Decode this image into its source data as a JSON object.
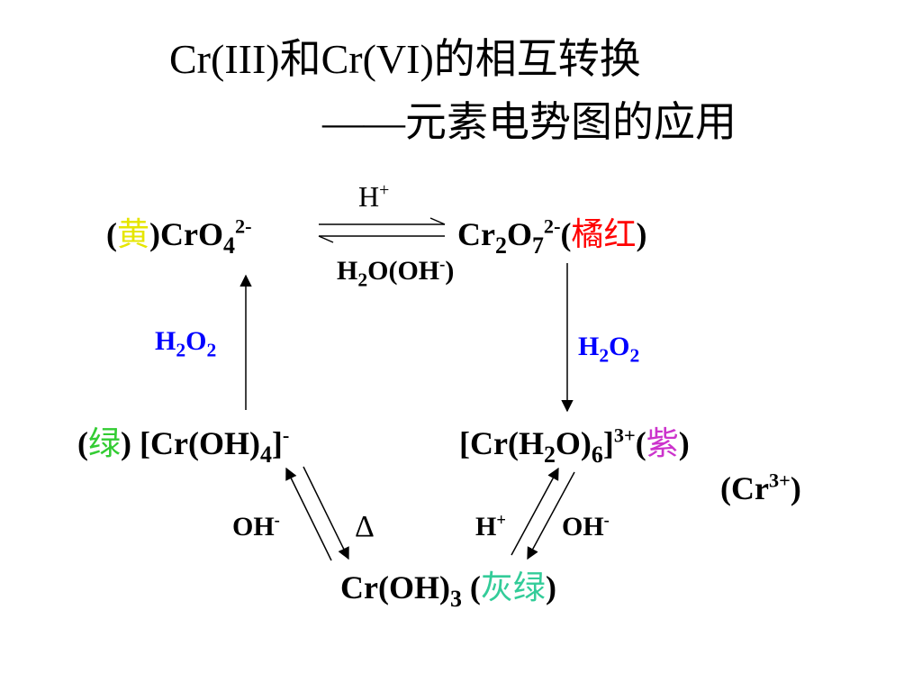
{
  "title": {
    "line1": "Cr(III)和Cr(VI)的相互转换",
    "line2": "——元素电势图的应用"
  },
  "species": {
    "chromate": {
      "paren_open": "(",
      "color_word": "黄",
      "paren_close": ")",
      "formula": "CrO",
      "sub": "4",
      "sup": "2-",
      "color": "#e6e600"
    },
    "dichromate": {
      "formula1": "Cr",
      "sub1": "2",
      "formula2": "O",
      "sub2": "7",
      "sup": "2-",
      "paren_open": "(",
      "color_word": "橘红",
      "paren_close": ")",
      "color": "#ff0000"
    },
    "tetrahydroxo": {
      "paren_open": "(",
      "color_word": "绿",
      "paren_close": ")",
      "formula1": "[Cr(OH)",
      "sub": "4",
      "formula2": "]",
      "sup": "-",
      "color": "#33cc33"
    },
    "hexaaqua": {
      "formula1": "[Cr(H",
      "sub1": "2",
      "formula2": "O)",
      "sub2": "6",
      "formula3": "]",
      "sup": "3+",
      "paren_open": "(",
      "color_word": "紫",
      "paren_close": ")",
      "extra_open": "(Cr",
      "extra_sup": "3+",
      "extra_close": ")",
      "color": "#cc33cc"
    },
    "hydroxide": {
      "formula": "Cr(OH)",
      "sub": "3",
      "paren_open": "(",
      "color_word": "灰绿",
      "paren_close": ")",
      "color": "#33cc99"
    }
  },
  "conditions": {
    "top_forward": {
      "base": "H",
      "sup": "+"
    },
    "top_reverse": {
      "p1": "H",
      "sub": "2",
      "p2": "O(OH",
      "sup": "-",
      "p3": ")"
    },
    "left_oxidant": {
      "p1": "H",
      "sub1": "2",
      "p2": "O",
      "sub2": "2",
      "color": "#0000ff"
    },
    "right_oxidant": {
      "p1": "H",
      "sub1": "2",
      "p2": "O",
      "sub2": "2",
      "color": "#0000ff"
    },
    "bottom_left_oh": {
      "base": "OH",
      "sup": "-"
    },
    "bottom_left_heat": "Δ",
    "bottom_right_h": {
      "base": "H",
      "sup": "+"
    },
    "bottom_right_oh": {
      "base": "OH",
      "sup": "-"
    }
  }
}
